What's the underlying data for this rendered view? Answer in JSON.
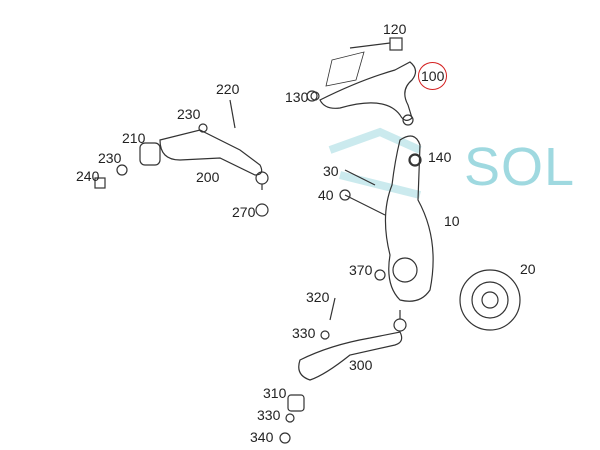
{
  "watermark": "SOL",
  "highlight_color": "#d42020",
  "labels": {
    "p120": "120",
    "p100": "100",
    "p130": "130",
    "p220": "220",
    "p230a": "230",
    "p210": "210",
    "p230b": "230",
    "p240": "240",
    "p200": "200",
    "p270": "270",
    "p30": "30",
    "p140": "140",
    "p40": "40",
    "p10": "10",
    "p20": "20",
    "p370": "370",
    "p320": "320",
    "p330a": "330",
    "p300": "300",
    "p310": "310",
    "p330b": "330",
    "p340": "340"
  }
}
